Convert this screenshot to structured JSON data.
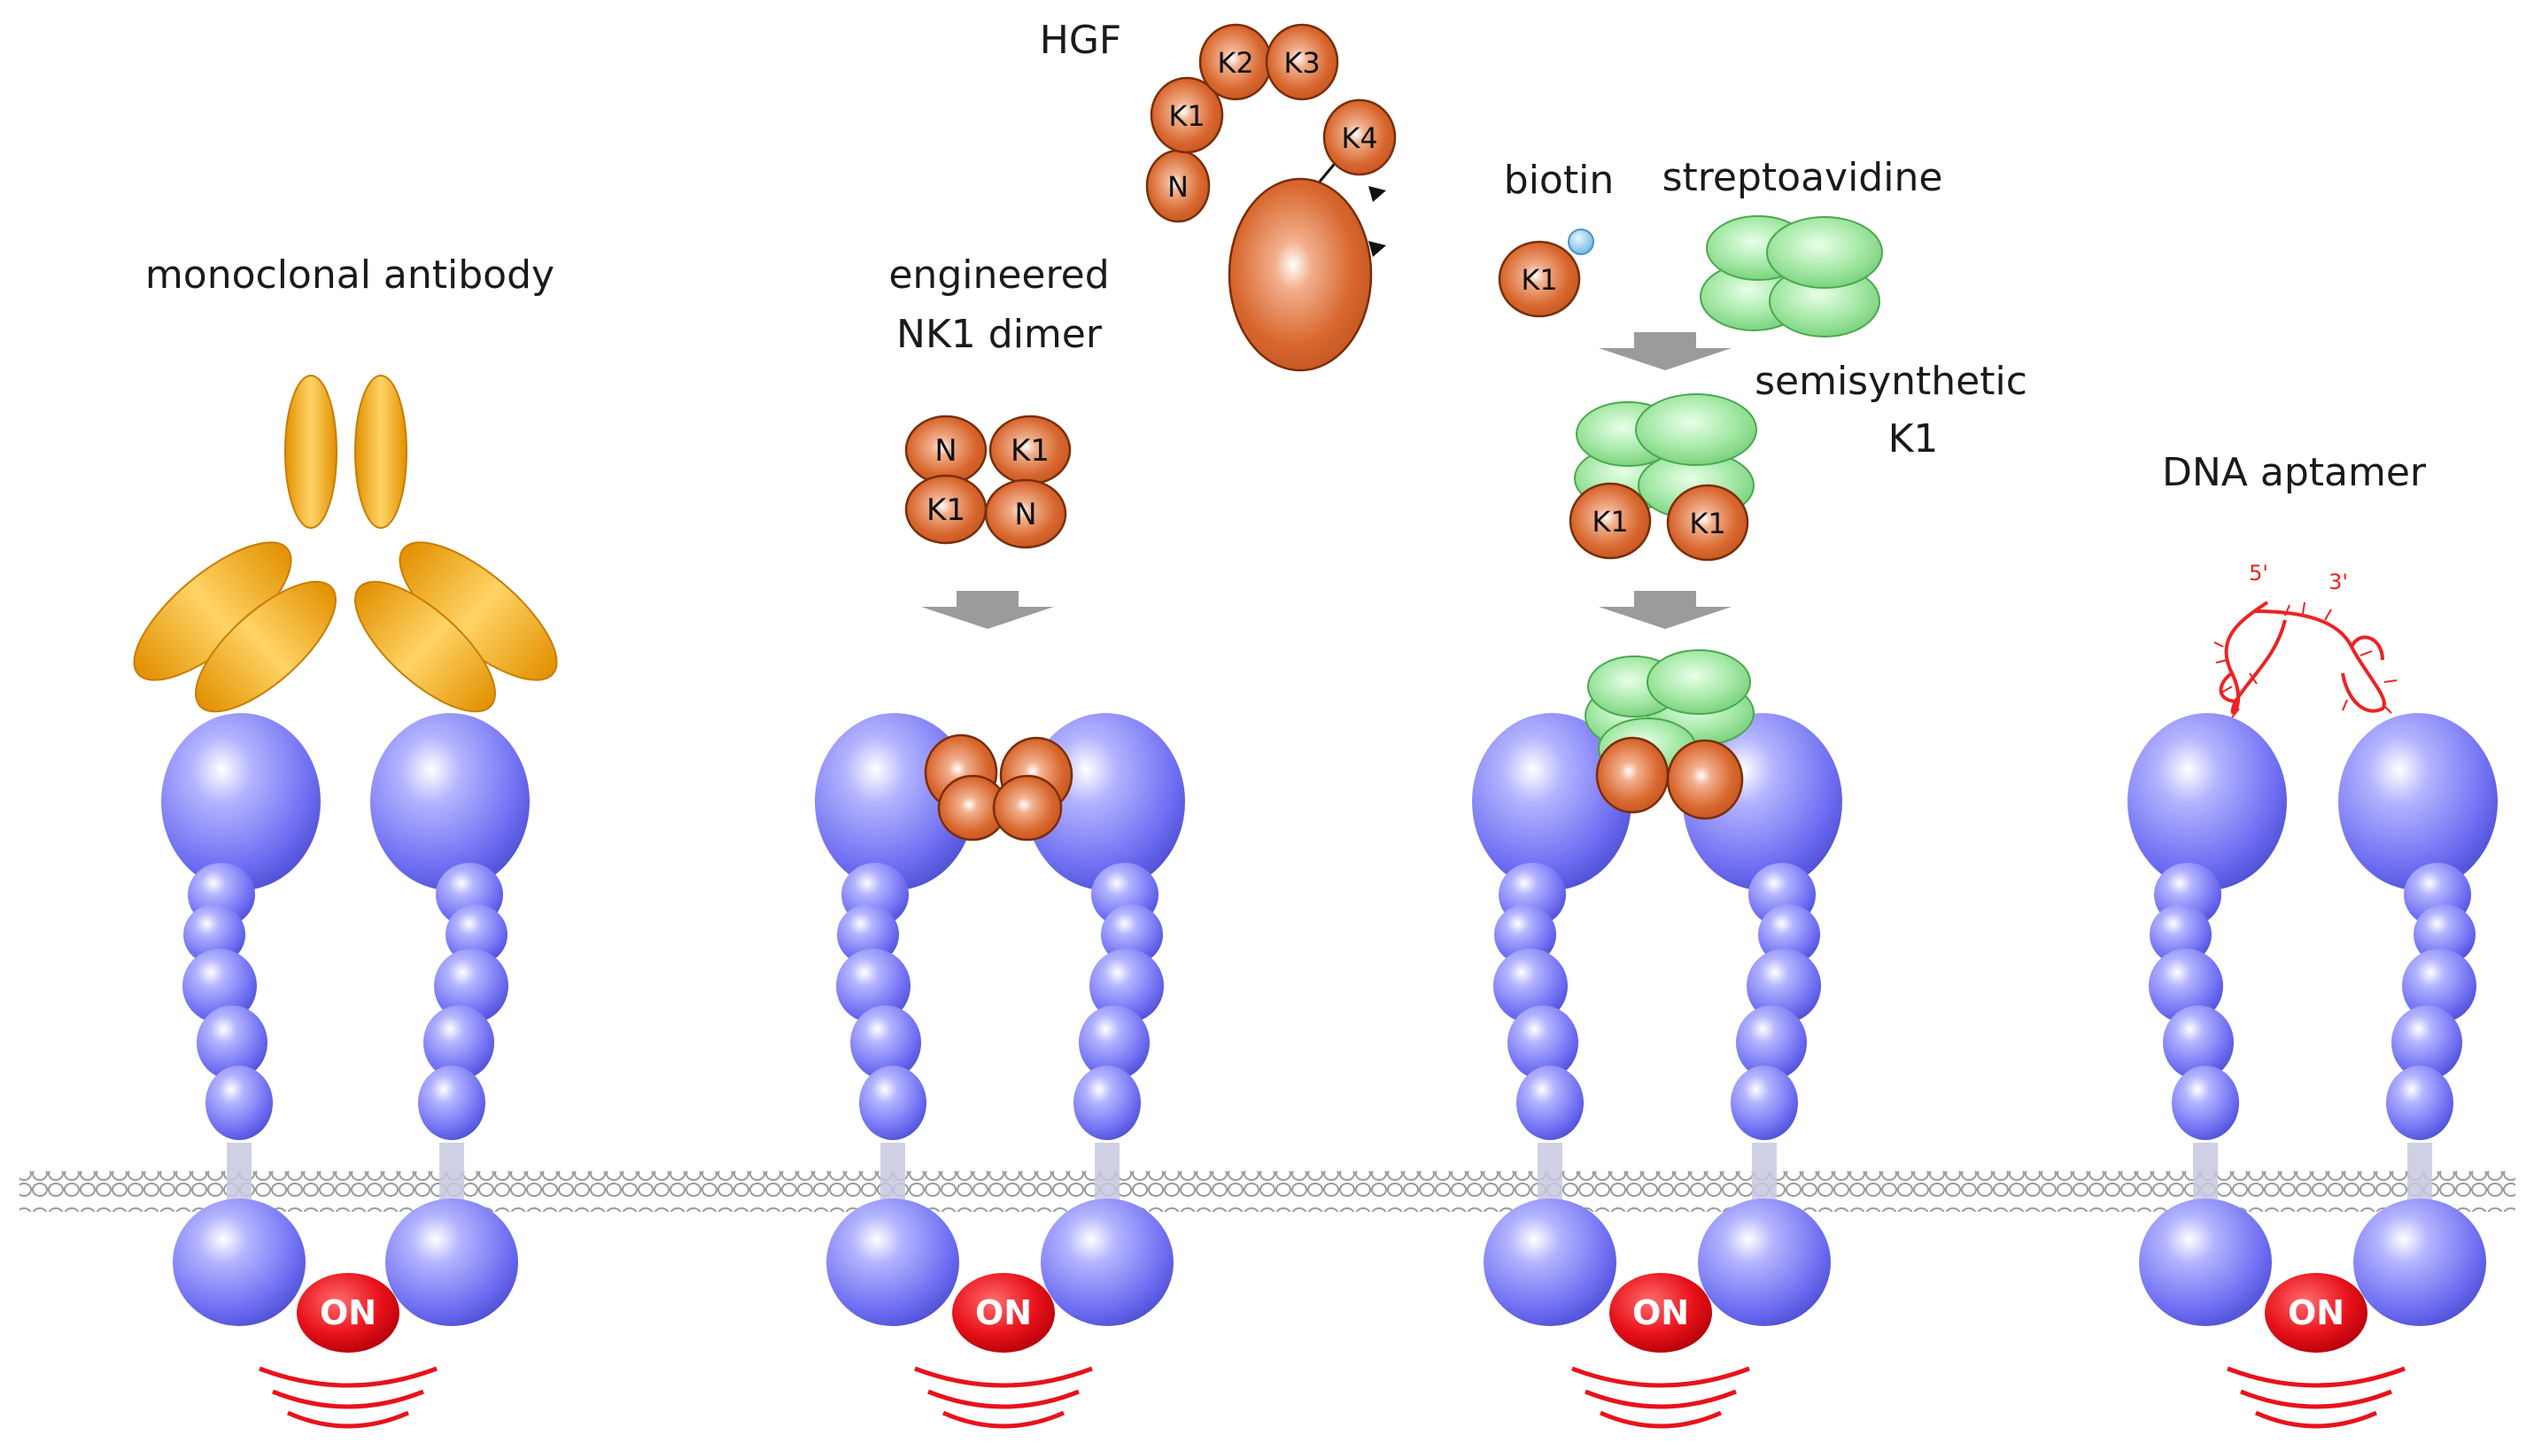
{
  "labels": {
    "monoclonal_antibody": "monoclonal antibody",
    "engineered_line1": "engineered",
    "engineered_line2": "NK1 dimer",
    "hgf": "HGF",
    "biotin": "biotin",
    "streptoavidine": "streptoavidine",
    "semisynthetic_line1": "semisynthetic",
    "semisynthetic_line2": "K1",
    "dna_aptamer": "DNA aptamer",
    "aptamer_5": "5'",
    "aptamer_3": "3'"
  },
  "hgf_domains": [
    "N",
    "K1",
    "K2",
    "K3",
    "K4"
  ],
  "nk1_dimer_domains": [
    "N",
    "K1",
    "K1",
    "N"
  ],
  "biotin_domain": "K1",
  "semisynthetic_domains": [
    "K1",
    "K1"
  ],
  "status_text": "ON",
  "colors": {
    "receptor": "#6f6ff2",
    "antibody": "#f0a21a",
    "hgf": "#d4622a",
    "streptavidin": "#86d98a",
    "biotin": "#8ec7ea",
    "on_badge": "#e8121b",
    "signal": "#e8121b",
    "arrow": "#9b9b9b",
    "membrane": "#a0a0a0",
    "aptamer": "#ee2222"
  }
}
